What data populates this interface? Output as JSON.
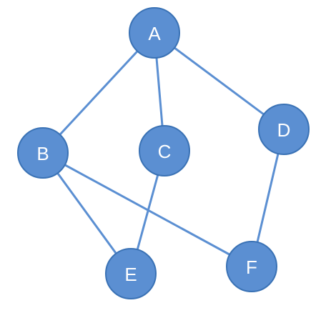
{
  "graph": {
    "colors": {
      "node_fill": "#5b8fd2",
      "node_stroke": "#3a72b5",
      "edge": "#5b8fd2",
      "label": "#ffffff",
      "background": "#ffffff"
    },
    "nodes": [
      {
        "id": "A",
        "label": "A"
      },
      {
        "id": "B",
        "label": "B"
      },
      {
        "id": "C",
        "label": "C"
      },
      {
        "id": "D",
        "label": "D"
      },
      {
        "id": "E",
        "label": "E"
      },
      {
        "id": "F",
        "label": "F"
      }
    ],
    "edges": [
      {
        "from": "A",
        "to": "B"
      },
      {
        "from": "A",
        "to": "C"
      },
      {
        "from": "A",
        "to": "D"
      },
      {
        "from": "B",
        "to": "E"
      },
      {
        "from": "B",
        "to": "F"
      },
      {
        "from": "C",
        "to": "E"
      },
      {
        "from": "D",
        "to": "F"
      }
    ]
  }
}
